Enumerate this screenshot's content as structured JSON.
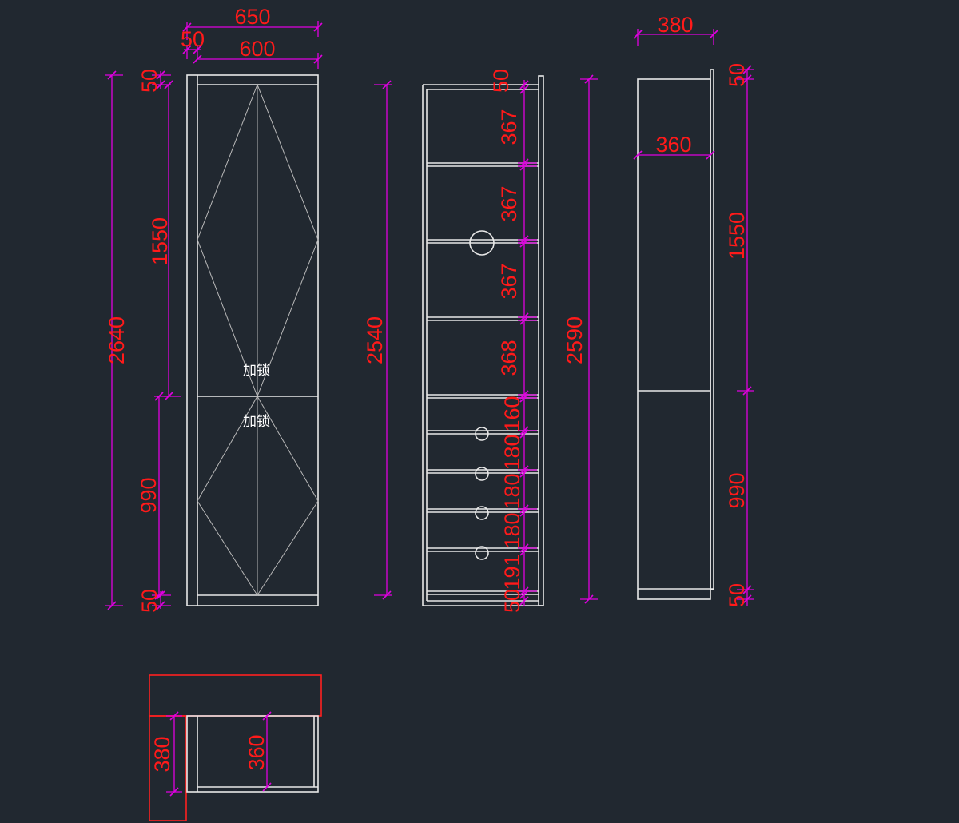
{
  "front_view": {
    "width_total": "650",
    "width_side": "50",
    "width_inner": "600",
    "height_total": "2640",
    "height_top": "50",
    "height_upper": "1550",
    "height_lower": "990",
    "height_bottom": "50",
    "label_upper": "加锁",
    "label_lower": "加锁"
  },
  "section_view": {
    "height_total": "2540",
    "top_board": "50",
    "shelves": [
      "367",
      "367",
      "367",
      "368",
      "160",
      "180",
      "180",
      "180",
      "191"
    ],
    "bottom_board": "50"
  },
  "side_view": {
    "height_total": "2590",
    "depth_total": "380",
    "depth_inner": "360",
    "height_top": "50",
    "height_upper": "1550",
    "height_lower": "990",
    "height_bottom": "50"
  },
  "plan_view": {
    "depth_total": "380",
    "depth_inner": "360"
  },
  "colors": {
    "background": "#212830",
    "dimension_text": "#ff1a1a",
    "dimension_line": "#e000e0",
    "outline": "#e8e8e8",
    "plan_outline": "#ff2020"
  }
}
